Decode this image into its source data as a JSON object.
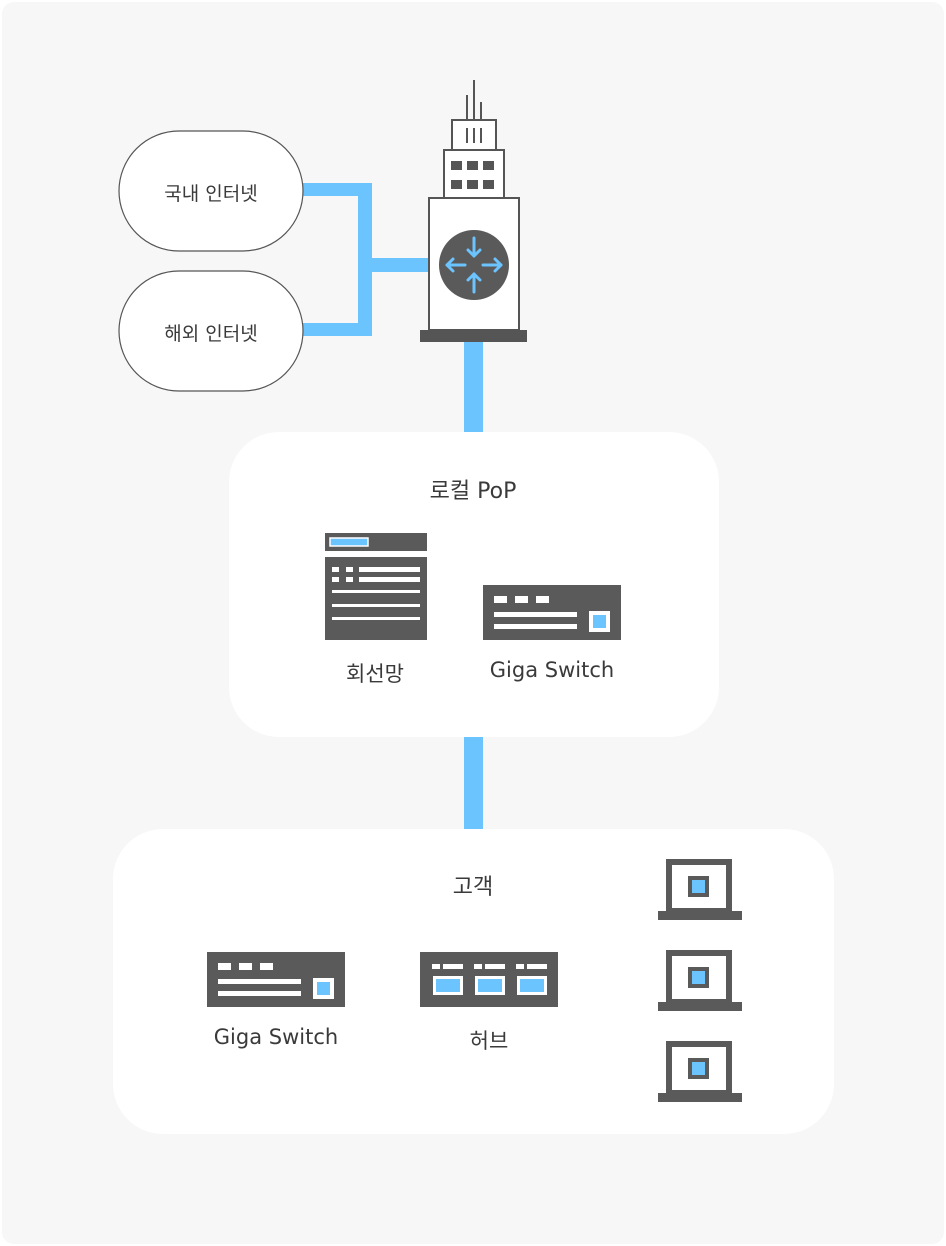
{
  "clouds": {
    "domestic": "국내 인터넷",
    "overseas": "해외 인터넷"
  },
  "local_pop": {
    "title": "로컬 PoP",
    "line_network_label": "회선망",
    "switch_label": "Giga Switch"
  },
  "customer": {
    "title": "고객",
    "switch_label": "Giga Switch",
    "hub_label": "허브"
  },
  "colors": {
    "background": "#f7f7f7",
    "panel": "#ffffff",
    "device": "#5a5a5a",
    "link": "#6cc4ff",
    "accent": "#6cc4ff"
  }
}
